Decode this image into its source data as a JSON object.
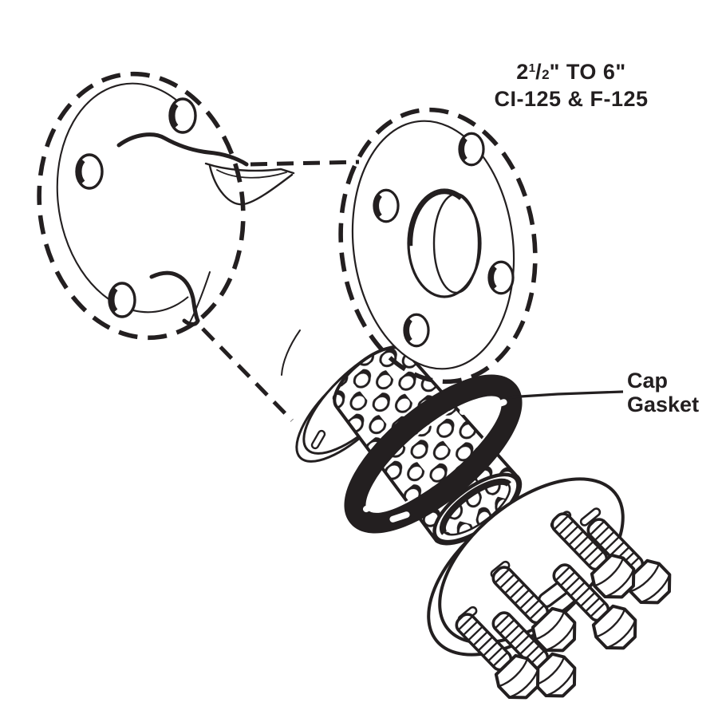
{
  "header": {
    "size_whole": "2",
    "size_frac_numerator": "1",
    "size_frac_slash": "/",
    "size_frac_denominator": "2",
    "size_rest": "\" TO 6\"",
    "model_line": "CI-125 & F-125"
  },
  "callout": {
    "line1": "Cap",
    "line2": "Gasket"
  },
  "diagram": {
    "subject": "Y-strainer exploded view showing cap gasket, strainer screen, cap and bolts",
    "labeled_part": "Cap Gasket"
  },
  "colors": {
    "ink": "#231f20",
    "background": "#ffffff"
  }
}
